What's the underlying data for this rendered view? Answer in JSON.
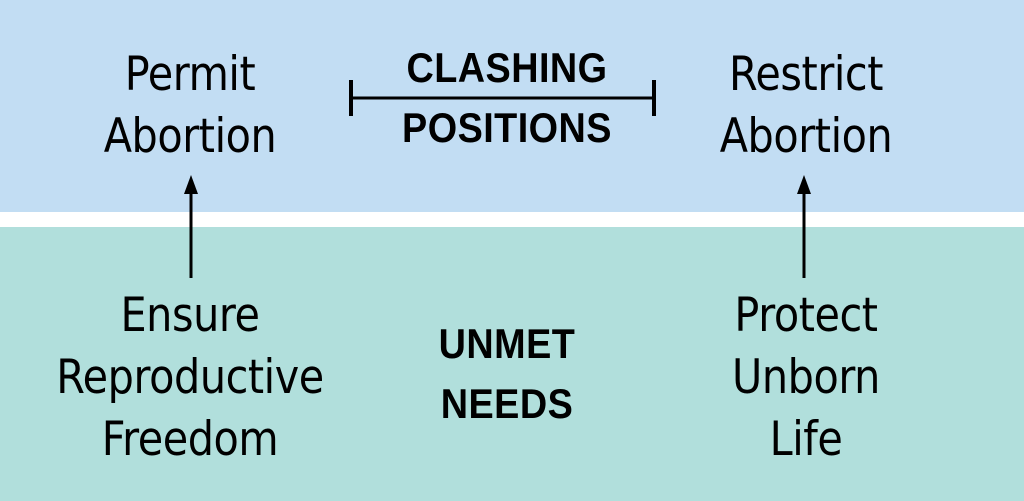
{
  "colors": {
    "positions_band": "#c2ddf3",
    "needs_band": "#b1dfdc",
    "divider": "#ffffff",
    "ink": "#000000"
  },
  "positions": {
    "left": [
      "Permit",
      "Abortion"
    ],
    "center": [
      "CLASHING",
      "POSITIONS"
    ],
    "right": [
      "Restrict",
      "Abortion"
    ]
  },
  "needs": {
    "left": [
      "Ensure",
      "Reproductive",
      "Freedom"
    ],
    "center": [
      "UNMET",
      "NEEDS"
    ],
    "right": [
      "Protect",
      "Unborn",
      "Life"
    ]
  }
}
